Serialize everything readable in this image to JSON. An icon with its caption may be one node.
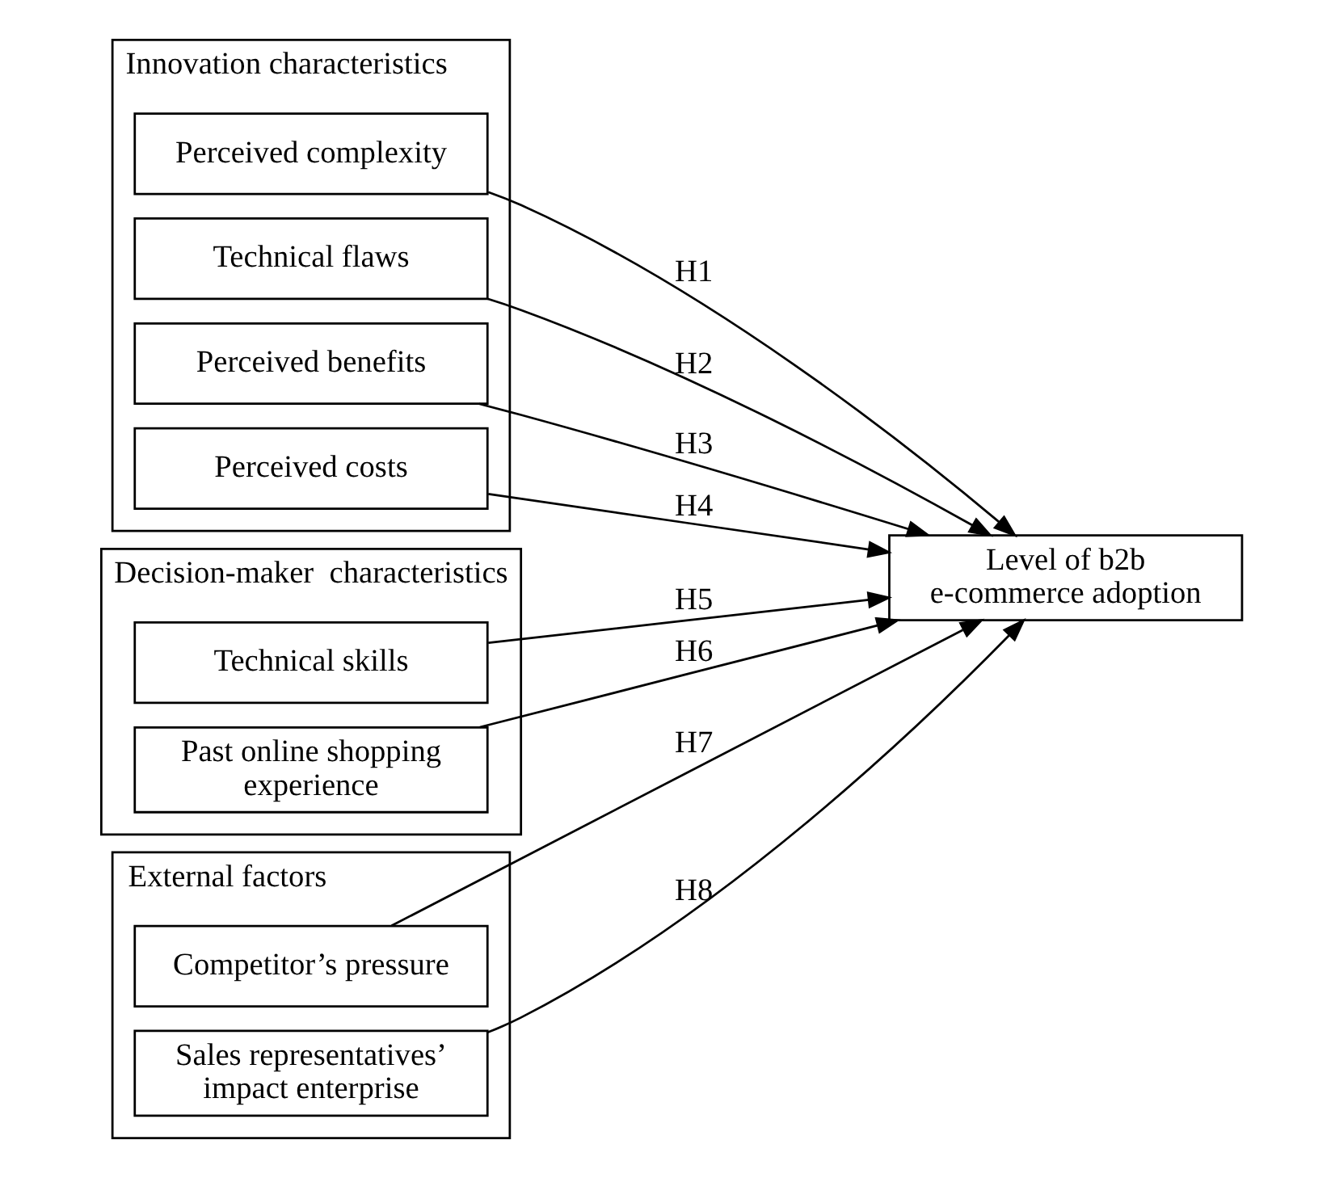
{
  "diagram": {
    "nodes": [
      {
        "text": [
          "Innovation characteristics"
        ]
      },
      {
        "text": [
          "Perceived complexity"
        ],
        "in": 0
      },
      {
        "text": [
          "Technical flaws"
        ],
        "in": 0
      },
      {
        "text": [
          "Perceived benefits"
        ],
        "in": 0
      },
      {
        "text": [
          "Perceived costs"
        ],
        "in": 0
      },
      {
        "text": [
          "Decision-maker  characteristics"
        ]
      },
      {
        "text": [
          "Technical skills"
        ],
        "in": 5
      },
      {
        "text": [
          "Past online shopping experience"
        ],
        "in": 5
      },
      {
        "text": [
          "External factors"
        ]
      },
      {
        "text": [
          "Competitor’s pressure"
        ],
        "in": 8
      },
      {
        "text": [
          "Sales representatives’ impact enterprise"
        ],
        "in": 8
      },
      {
        "text": [
          "Level of b2b e-commerce adoption"
        ]
      }
    ],
    "edges": [
      {
        "from": 1,
        "to": 11,
        "arrow": "to",
        "label": "H1"
      },
      {
        "from": 2,
        "to": 11,
        "arrow": "to",
        "label": "H2"
      },
      {
        "from": 3,
        "to": 11,
        "arrow": "to",
        "label": "H3"
      },
      {
        "from": 4,
        "to": 11,
        "arrow": "to",
        "label": "H4"
      },
      {
        "from": 6,
        "to": 11,
        "arrow": "to",
        "label": "H5"
      },
      {
        "from": 7,
        "to": 11,
        "arrow": "to",
        "label": "H6"
      },
      {
        "from": 9,
        "to": 11,
        "arrow": "to",
        "label": "H7"
      },
      {
        "from": 10,
        "to": 11,
        "arrow": "to",
        "label": "H8"
      }
    ]
  }
}
